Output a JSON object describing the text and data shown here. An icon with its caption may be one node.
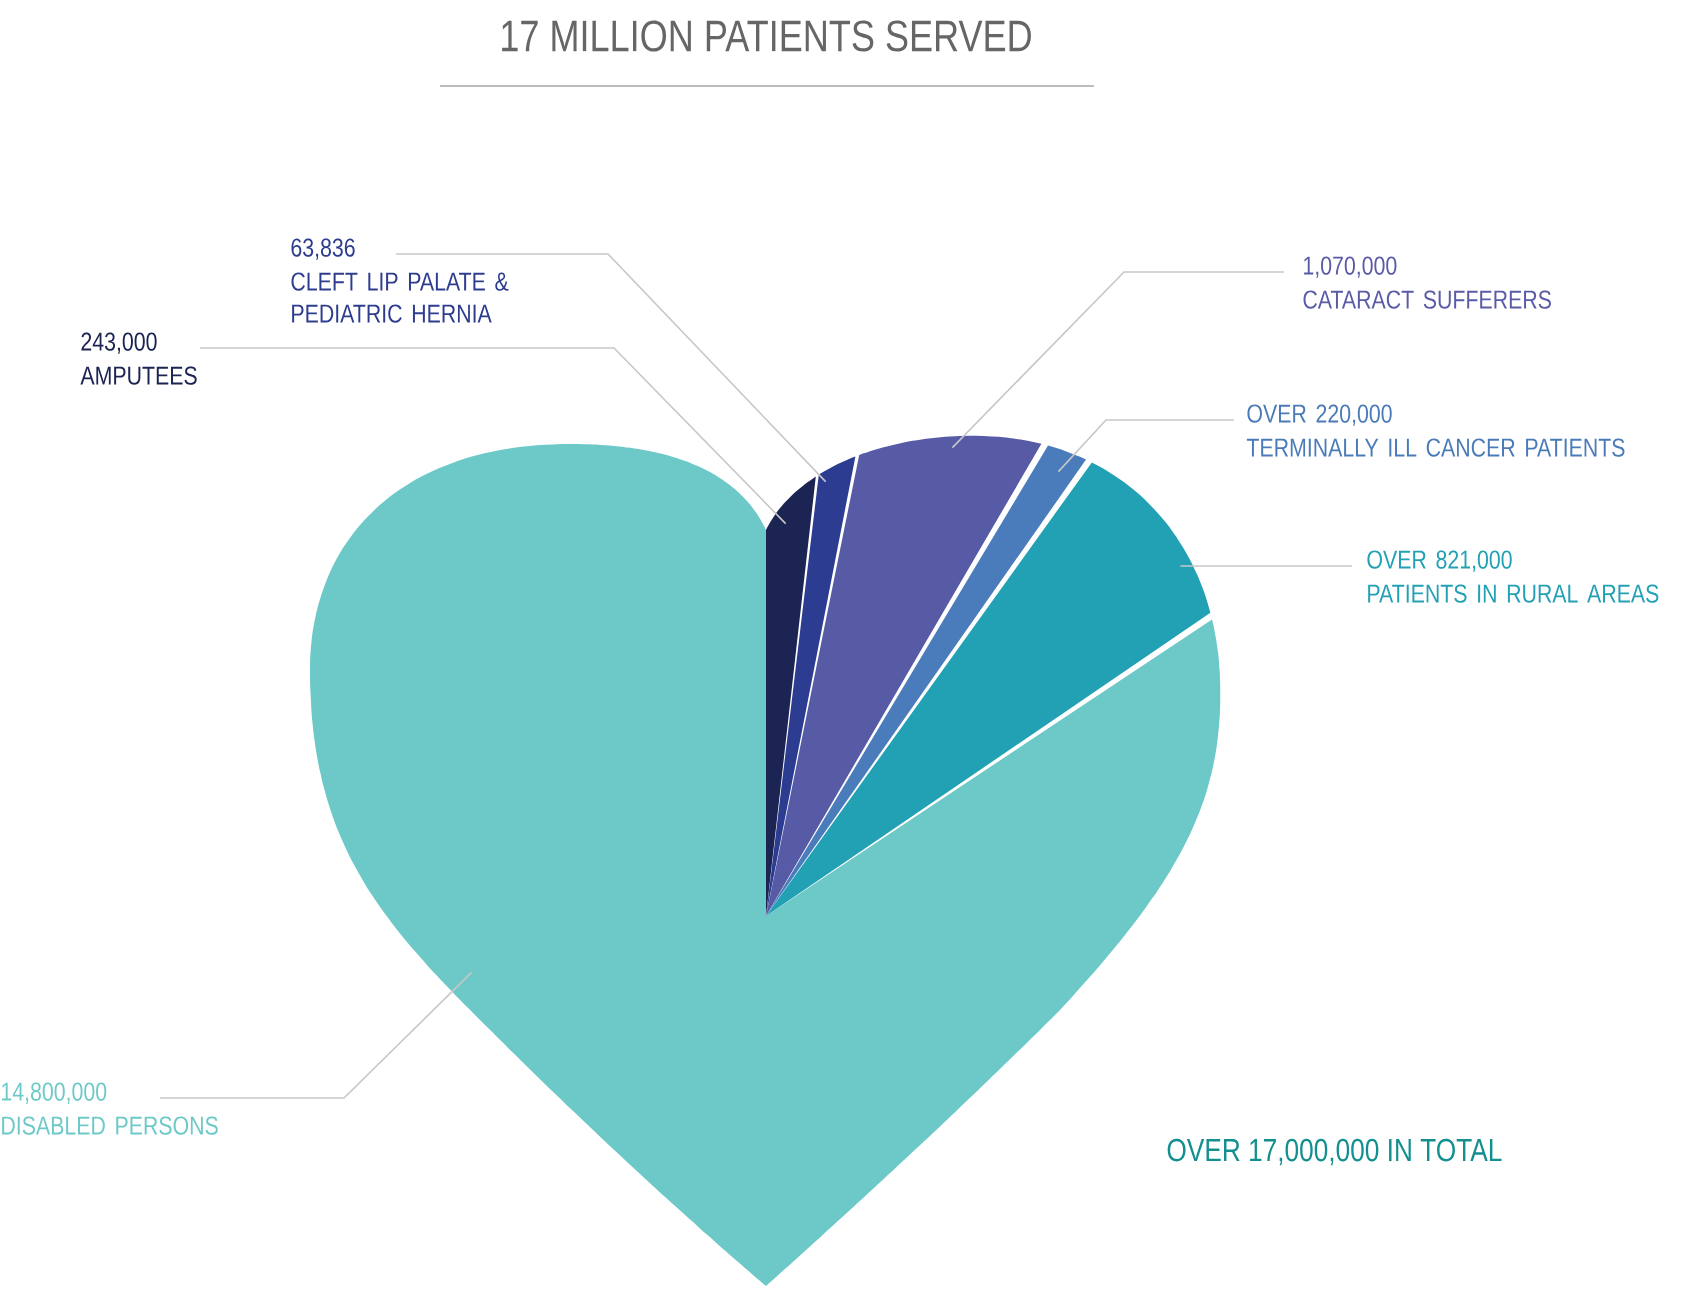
{
  "diagram": {
    "title": "17 MILLION PATIENTS SERVED",
    "nodes": [
      {
        "text": [
          "63,836",
          "CLEFT LIP PALATE & PEDIATRIC HERNIA"
        ]
      },
      {
        "text": [
          "243,000",
          "AMPUTEES"
        ]
      },
      {
        "text": [
          "1,070,000",
          "CATARACT SUFFERERS"
        ]
      },
      {
        "text": [
          "OVER 220,000",
          "TERMINALLY ILL CANCER PATIENTS"
        ]
      },
      {
        "text": [
          "OVER 821,000",
          "PATIENTS IN RURAL AREAS"
        ]
      },
      {
        "text": [
          "14,800,000",
          "DISABLED PERSONS"
        ]
      },
      {
        "text": [],
        "shape": "wedge"
      },
      {
        "text": [],
        "shape": "wedge"
      },
      {
        "text": [],
        "shape": "wedge"
      },
      {
        "text": [],
        "shape": "wedge"
      },
      {
        "text": [],
        "shape": "wedge"
      },
      {
        "text": [],
        "shape": "wedge"
      }
    ],
    "edges": [
      {
        "from": 0,
        "to": 7,
        "arrow": "none"
      },
      {
        "from": 1,
        "to": 6,
        "arrow": "none"
      },
      {
        "from": 2,
        "to": 8,
        "arrow": "none"
      },
      {
        "from": 3,
        "to": 9,
        "arrow": "none"
      },
      {
        "from": 4,
        "to": 10,
        "arrow": "none"
      },
      {
        "from": 5,
        "to": 11,
        "arrow": "none"
      }
    ],
    "labels": [
      "OVER 17,000,000 IN TOTAL"
    ]
  }
}
